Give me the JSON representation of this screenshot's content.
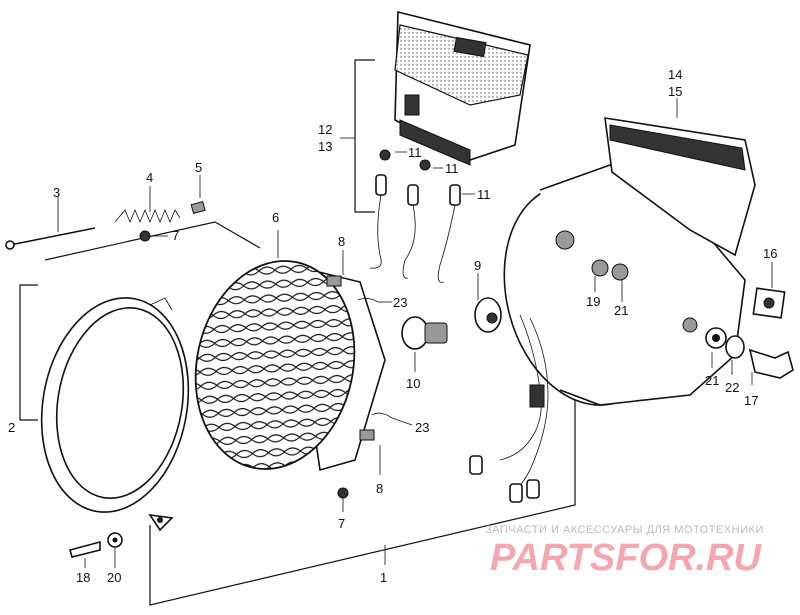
{
  "labels": {
    "l1": "1",
    "l2": "2",
    "l3": "3",
    "l4": "4",
    "l5": "5",
    "l6": "6",
    "l7a": "7",
    "l7b": "7",
    "l8a": "8",
    "l8b": "8",
    "l9": "9",
    "l10": "10",
    "l11a": "11",
    "l11b": "11",
    "l11c": "11",
    "l12": "12",
    "l13": "13",
    "l14": "14",
    "l15": "15",
    "l16": "16",
    "l17": "17",
    "l18": "18",
    "l19": "19",
    "l20": "20",
    "l21a": "21",
    "l21b": "21",
    "l22": "22",
    "l23a": "23",
    "l23b": "23"
  },
  "watermark": {
    "tagline": "ЗАПЧАСТИ И АКСЕССУАРЫ ДЛЯ МОТОТЕХНИКИ",
    "logo": "PARTSFOR.RU"
  }
}
